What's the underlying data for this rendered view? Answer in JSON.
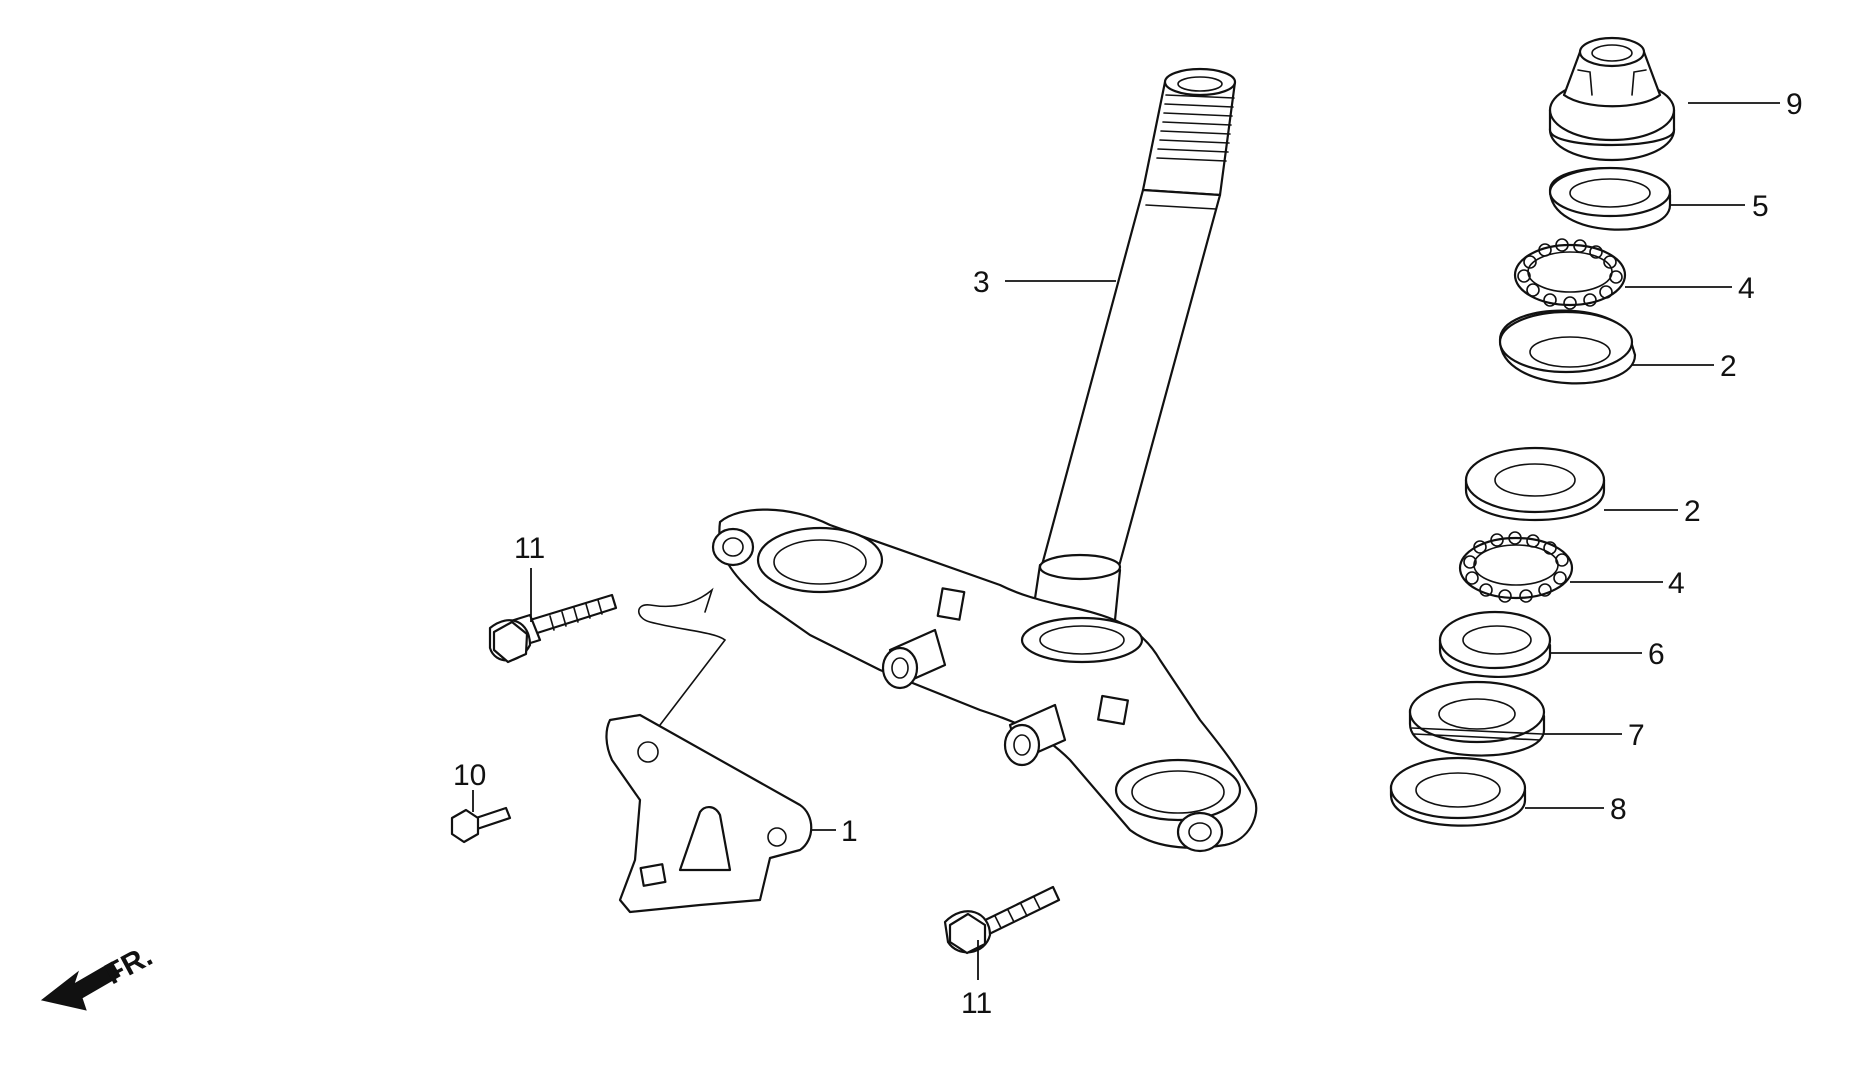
{
  "diagram": {
    "direction_label": "FR.",
    "callouts": {
      "p1": "1",
      "p2a": "2",
      "p2b": "2",
      "p3": "3",
      "p4a": "4",
      "p4b": "4",
      "p5": "5",
      "p6": "6",
      "p7": "7",
      "p8": "8",
      "p9": "9",
      "p10": "10",
      "p11a": "11",
      "p11b": "11"
    }
  }
}
